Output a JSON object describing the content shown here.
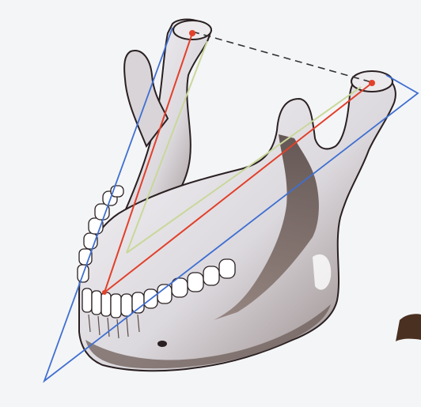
{
  "figure": {
    "subject": "mandible",
    "has_text": false
  },
  "colors": {
    "background": "#f4f5f7",
    "bone_fill": "#e8e6ea",
    "bone_shadow": "#6b5a55",
    "bone_outline": "#2a2022",
    "tooth_fill": "#ffffff",
    "triangle_blue": "#3f6fd1",
    "line_red": "#e2402b",
    "line_green": "#c9d79a",
    "dashed_line": "#333333"
  },
  "lines": [
    {
      "name": "dashed-intercondylar-line",
      "style": "dashed",
      "color": "dashed_line"
    },
    {
      "name": "blue-bonwill-triangle",
      "style": "solid",
      "color": "triangle_blue"
    },
    {
      "name": "red-condyle-incisor-lines",
      "style": "solid",
      "color": "line_red"
    },
    {
      "name": "green-reference-lines",
      "style": "solid",
      "color": "line_green"
    }
  ]
}
